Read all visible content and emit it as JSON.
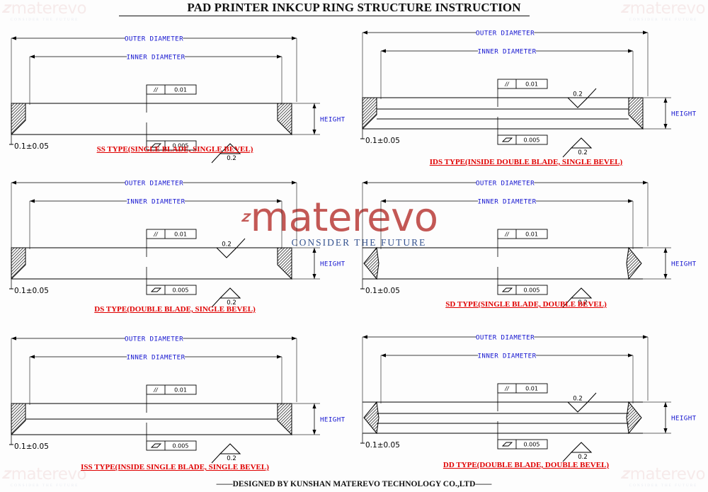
{
  "page": {
    "title": "PAD PRINTER INKCUP RING STRUCTURE INSTRUCTION",
    "footer": "——DESIGNED BY KUNSHAN MATEREVO TECHNOLOGY CO.,LTD——",
    "accent_red": "#e00000",
    "dimension_blue": "#1515d0",
    "brand_red": "#c0504d",
    "brand_blue": "#2b4a8b"
  },
  "watermark": {
    "mark": "materevo",
    "tagline": "CONSIDER THE FUTURE",
    "monogram": "Z"
  },
  "labels": {
    "outer_diameter": "OUTER DIAMETER",
    "inner_diameter": "INNER DIAMETER",
    "height": "HEIGHT",
    "thickness": "0.1±0.05",
    "parallelism_symbol": "//",
    "parallelism_value": "0.01",
    "flatness_value": "0.005",
    "roughness_value": "0.2"
  },
  "diagrams": [
    {
      "id": "ss",
      "code": "SS TYPE",
      "caption": "SS TYPE(SINGLE BLADE, SINGLE BEVEL)",
      "blade": "single",
      "bevel": "single",
      "inside_blade": false,
      "roughness_top_marker": false
    },
    {
      "id": "ids",
      "code": "IDS TYPE",
      "caption": "IDS TYPE(INSIDE DOUBLE BLADE, SINGLE BEVEL)",
      "blade": "double",
      "bevel": "single",
      "inside_blade": true,
      "roughness_top_marker": true
    },
    {
      "id": "ds",
      "code": "DS TYPE",
      "caption": "DS TYPE(DOUBLE BLADE, SINGLE BEVEL)",
      "blade": "double",
      "bevel": "single",
      "inside_blade": false,
      "roughness_top_marker": true
    },
    {
      "id": "sd",
      "code": "SD TYPE",
      "caption": "SD TYPE(SINGLE BLADE, DOUBLE BEVEL)",
      "blade": "single",
      "bevel": "double",
      "inside_blade": false,
      "roughness_top_marker": false
    },
    {
      "id": "iss",
      "code": "ISS TYPE",
      "caption": "ISS TYPE(INSIDE SINGLE BLADE, SINGLE BEVEL)",
      "blade": "single",
      "bevel": "single",
      "inside_blade": true,
      "roughness_top_marker": false
    },
    {
      "id": "dd",
      "code": "DD TYPE",
      "caption": "DD TYPE(DOUBLE BLADE, DOUBLE BEVEL)",
      "blade": "double",
      "bevel": "double",
      "inside_blade": true,
      "roughness_top_marker": true
    }
  ]
}
